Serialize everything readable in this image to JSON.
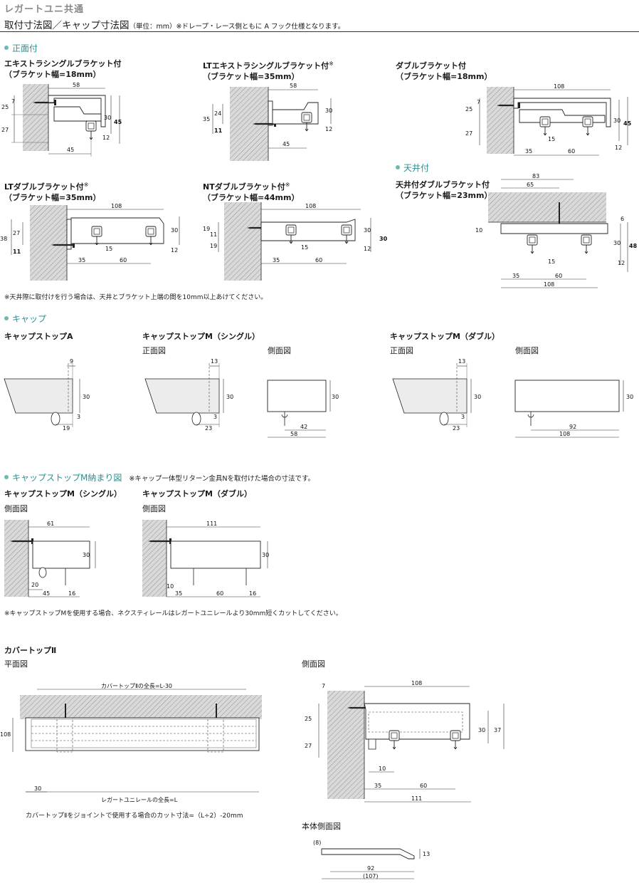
{
  "header": {
    "tag": "レガートユニ共通",
    "title": "取付寸法図／キャップ寸法図",
    "unit": "（単位：mm）",
    "note": "※ドレープ・レース側ともに A フック仕様となります。"
  },
  "sections": {
    "front": "正面付",
    "ceiling": "天井付",
    "cap": "キャップ",
    "capm": "キャップストップM納まり図",
    "capm_note": "※キャップ一体型リターン金具Nを取付けた場合の寸法です。"
  },
  "brackets": {
    "extra_single": {
      "line1": "エキストラシングルブラケット付",
      "line2": "（ブラケット幅=18mm）",
      "dims": {
        "d58": "58",
        "d7": "7",
        "d25": "25",
        "d27": "27",
        "d30": "30",
        "d45": "45",
        "d12": "12",
        "d45b": "45"
      }
    },
    "lt_extra_single": {
      "line1": "LTエキストラシングルブラケット付",
      "mark": "※",
      "line2": "（ブラケット幅=35mm）",
      "dims": {
        "d58": "58",
        "d24": "24",
        "d35": "35",
        "d11": "11",
        "d30": "30",
        "d12": "12",
        "d45": "45"
      }
    },
    "double": {
      "line1": "ダブルブラケット付",
      "line2": "（ブラケット幅=18mm）",
      "dims": {
        "d108": "108",
        "d7": "7",
        "d25": "25",
        "d27": "27",
        "d30": "30",
        "d45": "45",
        "d15": "15",
        "d12": "12",
        "d35": "35",
        "d60": "60"
      }
    },
    "lt_double": {
      "line1": "LTダブルブラケット付",
      "mark": "※",
      "line2": "（ブラケット幅=35mm）",
      "dims": {
        "d108": "108",
        "d27": "27",
        "d38": "38",
        "d11": "11",
        "d30": "30",
        "d15": "15",
        "d12": "12",
        "d35": "35",
        "d60": "60"
      }
    },
    "nt_double": {
      "line1": "NTダブルブラケット付",
      "mark": "※",
      "line2": "（ブラケット幅=44mm）",
      "dims": {
        "d108": "108",
        "d19a": "19",
        "d11": "11",
        "d19b": "19",
        "d30": "30",
        "d30b": "30",
        "d15": "15",
        "d12": "12",
        "d35": "35",
        "d60": "60"
      }
    },
    "ceiling_double": {
      "line1": "天井付ダブルブラケット付",
      "line2": "（ブラケット幅=23mm）",
      "dims": {
        "d83": "83",
        "d65": "65",
        "d6": "6",
        "d10": "10",
        "d30": "30",
        "d48": "48",
        "d15": "15",
        "d12": "12",
        "d35": "35",
        "d60": "60",
        "d108": "108"
      }
    }
  },
  "note_ceiling": "※天井際に取付けを行う場合は、天井とブラケット上端の間を10mm以上あけてください。",
  "caps": {
    "a": {
      "title": "キャップストップA",
      "dims": {
        "d9": "9",
        "d30": "30",
        "d3": "3",
        "d19": "19"
      }
    },
    "m_single": {
      "title": "キャップストップM（シングル）",
      "front": "正面図",
      "side": "側面図",
      "dims": {
        "d13": "13",
        "d30": "30",
        "d3": "3",
        "d23": "23",
        "s30": "30",
        "s42": "42",
        "s58": "58"
      }
    },
    "m_double": {
      "title": "キャップストップM（ダブル）",
      "front": "正面図",
      "side": "側面図",
      "dims": {
        "d13": "13",
        "d30": "30",
        "d3": "3",
        "d23": "23",
        "s30": "30",
        "s92": "92",
        "s108": "108"
      }
    }
  },
  "capm_figs": {
    "single": {
      "title": "キャップストップM（シングル）",
      "view": "側面図",
      "dims": {
        "d61": "61",
        "d30": "30",
        "d20": "20",
        "d45": "45",
        "d16": "16"
      }
    },
    "double": {
      "title": "キャップストップM（ダブル）",
      "view": "側面図",
      "dims": {
        "d111": "111",
        "d30": "30",
        "d10": "10",
        "d35": "35",
        "d60": "60",
        "d16": "16"
      }
    }
  },
  "note_capm": "※キャップストップMを使用する場合、ネクスティレールはレガートユニレールより30mm短くカットしてください。",
  "cover": {
    "title": "カバートップⅡ",
    "plan": "平面図",
    "side": "側面図",
    "body_side": "本体側面図",
    "plan_dims": {
      "total_top": "カバートップⅡの全長=L-30",
      "total_bottom": "レガートユニレールの全長=L",
      "d108": "108",
      "d30": "30"
    },
    "plan_note": "カバートップⅡをジョイントで使用する場合のカット寸法=（L÷2）-20mm",
    "side_dims": {
      "d7": "7",
      "d108": "108",
      "d25": "25",
      "d27": "27",
      "d30": "30",
      "d37": "37",
      "d10": "10",
      "d35": "35",
      "d60": "60",
      "d111": "111"
    },
    "body_dims": {
      "d8": "(8)",
      "d13": "13",
      "d92": "92",
      "d107": "(107)"
    }
  }
}
